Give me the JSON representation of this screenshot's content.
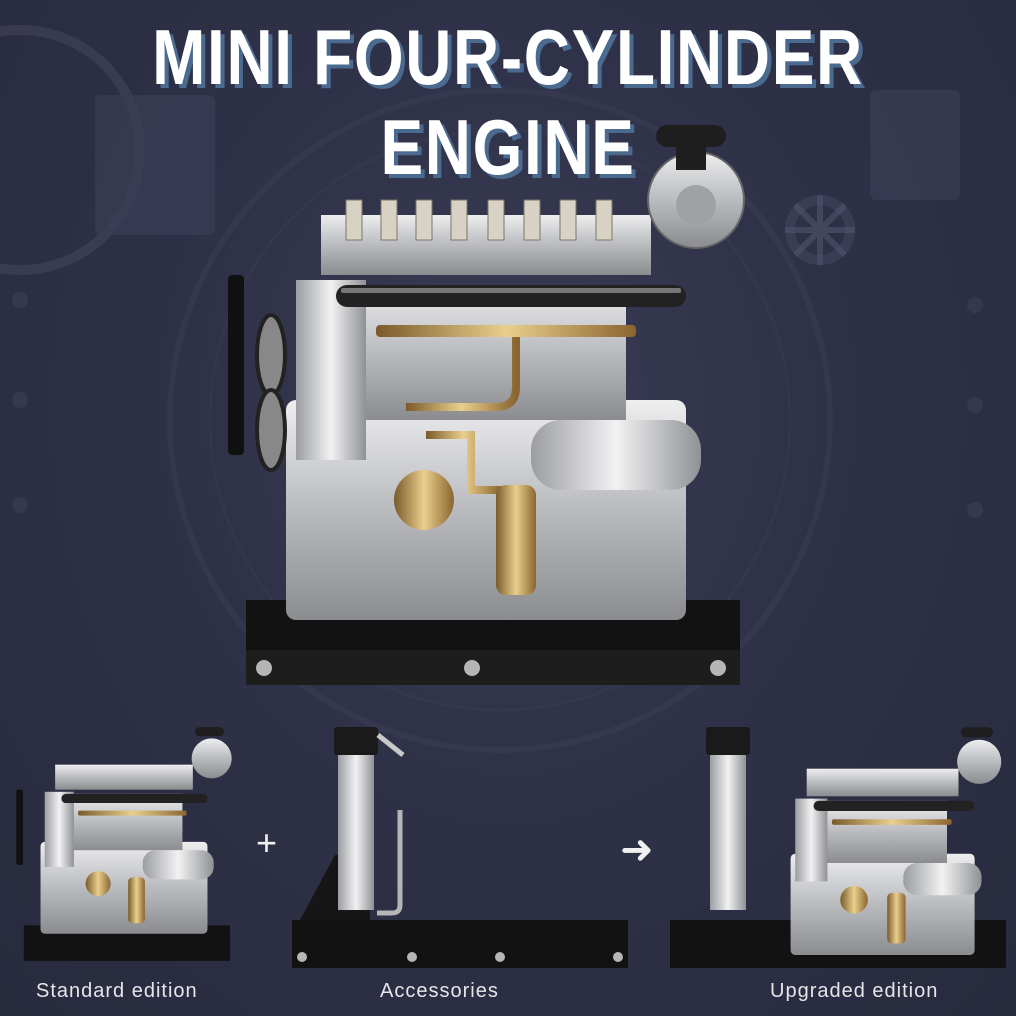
{
  "banner": {
    "title": "MINI FOUR-CYLINDER ENGINE"
  },
  "hero": {
    "subject": "Assembled mini four-cylinder engine model on black base",
    "icon": "engine-icon"
  },
  "comparison": {
    "items": [
      {
        "label": "Standard edition",
        "icon": "engine-icon"
      },
      {
        "label": "Accessories",
        "icon": "radiator-stand-icon"
      },
      {
        "label": "Upgraded edition",
        "icon": "engine-with-radiator-icon"
      }
    ],
    "plus_symbol": "+",
    "arrow_symbol": "➜"
  },
  "colors": {
    "background": "#2e2f45",
    "title_text": "#ffffff",
    "title_shadow": "#4a6a8f",
    "brass": "#c9a25a",
    "steel": "#c8c9cc",
    "base_black": "#141414"
  }
}
